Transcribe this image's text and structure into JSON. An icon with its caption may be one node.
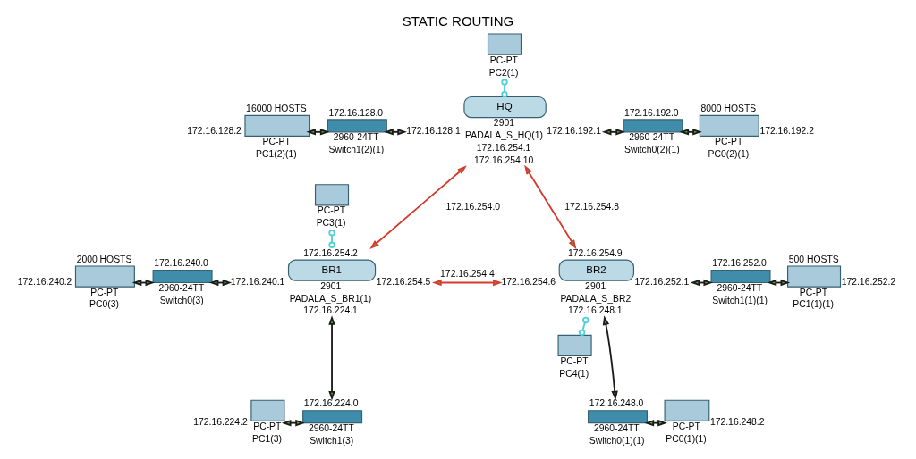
{
  "diagram": {
    "title": "STATIC ROUTING",
    "nodes": [
      {
        "text": [
          "PC-PT",
          "PC1(2)(1)"
        ],
        "beside": [
          "16000 HOSTS",
          "172.16.128.2"
        ]
      },
      {
        "text": [
          "2960-24TT",
          "Switch1(2)(1)"
        ],
        "beside": [
          "172.16.128.0"
        ]
      },
      {
        "text": [
          "PC-PT",
          "PC2(1)"
        ]
      },
      {
        "text": [
          "HQ",
          "2901",
          "PADALA_S_HQ(1)"
        ],
        "beside": [
          "172.16.128.1",
          "172.16.192.1",
          "172.16.254.1",
          "172.16.254.10"
        ]
      },
      {
        "text": [
          "2960-24TT",
          "Switch0(2)(1)"
        ],
        "beside": [
          "172.16.192.0"
        ]
      },
      {
        "text": [
          "PC-PT",
          "PC0(2)(1)"
        ],
        "beside": [
          "8000 HOSTS",
          "172.16.192.2"
        ]
      },
      {
        "text": [
          "PC-PT",
          "PC3(1)"
        ]
      },
      {
        "text": [
          "PC-PT",
          "PC0(3)"
        ],
        "beside": [
          "2000 HOSTS",
          "172.16.240.2"
        ]
      },
      {
        "text": [
          "2960-24TT",
          "Switch0(3)"
        ],
        "beside": [
          "172.16.240.0"
        ]
      },
      {
        "text": [
          "BR1",
          "2901",
          "PADALA_S_BR1(1)"
        ],
        "beside": [
          "172.16.254.2",
          "172.16.240.1",
          "172.16.254.5",
          "172.16.224.1"
        ]
      },
      {
        "text": [
          "BR2",
          "2901",
          "PADALA_S_BR2"
        ],
        "beside": [
          "172.16.254.9",
          "172.16.252.1",
          "172.16.254.6",
          "172.16.248.1"
        ]
      },
      {
        "text": [
          "2960-24TT",
          "Switch1(1)(1)"
        ],
        "beside": [
          "172.16.252.0"
        ]
      },
      {
        "text": [
          "PC-PT",
          "PC1(1)(1)"
        ],
        "beside": [
          "500 HOSTS",
          "172.16.252.2"
        ]
      },
      {
        "text": [
          "PC-PT",
          "PC4(1)"
        ]
      },
      {
        "text": [
          "PC-PT",
          "PC1(3)"
        ],
        "beside": [
          "172.16.224.2"
        ]
      },
      {
        "text": [
          "2960-24TT",
          "Switch1(3)"
        ],
        "beside": [
          "172.16.224.0"
        ]
      },
      {
        "text": [
          "2960-24TT",
          "Switch0(1)(1)"
        ],
        "beside": [
          "172.16.248.0"
        ]
      },
      {
        "text": [
          "PC-PT",
          "PC0(1)(1)"
        ],
        "beside": [
          "172.16.248.2"
        ]
      }
    ],
    "edges": [
      {
        "from": 0,
        "to": 1,
        "arrow": "both"
      },
      {
        "from": 1,
        "to": 3,
        "arrow": "both"
      },
      {
        "from": 2,
        "to": 3,
        "arrow": "other",
        "color": "#4fcfd6"
      },
      {
        "from": 3,
        "to": 4,
        "arrow": "both"
      },
      {
        "from": 4,
        "to": 5,
        "arrow": "both"
      },
      {
        "from": 3,
        "to": 9,
        "arrow": "both",
        "label": "172.16.254.0",
        "color": "#d63a2c"
      },
      {
        "from": 3,
        "to": 10,
        "arrow": "both",
        "label": "172.16.254.8",
        "color": "#d63a2c"
      },
      {
        "from": 6,
        "to": 9,
        "arrow": "other",
        "color": "#4fcfd6"
      },
      {
        "from": 7,
        "to": 8,
        "arrow": "both"
      },
      {
        "from": 8,
        "to": 9,
        "arrow": "both"
      },
      {
        "from": 9,
        "to": 10,
        "arrow": "both",
        "label": "172.16.254.4",
        "color": "#d63a2c"
      },
      {
        "from": 10,
        "to": 11,
        "arrow": "both"
      },
      {
        "from": 11,
        "to": 12,
        "arrow": "both"
      },
      {
        "from": 10,
        "to": 13,
        "arrow": "other",
        "color": "#4fcfd6"
      },
      {
        "from": 9,
        "to": 15,
        "arrow": "both"
      },
      {
        "from": 14,
        "to": 15,
        "arrow": "both"
      },
      {
        "from": 10,
        "to": 16,
        "arrow": "both"
      },
      {
        "from": 16,
        "to": 17,
        "arrow": "both"
      }
    ]
  }
}
